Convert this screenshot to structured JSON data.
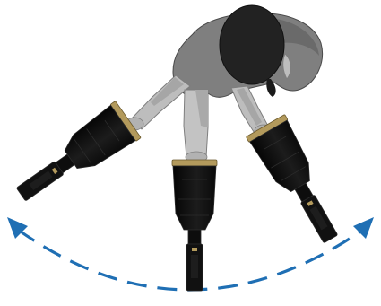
{
  "figure": {
    "subject": "person-gripping-three-tools",
    "device_brand_marks": [
      "",
      "",
      ""
    ],
    "colors": {
      "background": "#ffffff",
      "shirt": "#7f7f7f",
      "shirt_shadow": "#5e5e5e",
      "skin_tone": "#bdbdbd",
      "skin_shadow": "#9a9a9a",
      "hair": "#222222",
      "tool_body": "#111111",
      "tool_edge": "#2a2a2a",
      "tool_collar": "#b39a5c",
      "arrow": "#1f6fb4"
    },
    "arrow": {
      "style": "dashed-arc",
      "direction": "both-ends",
      "left_arrowhead_icon": "arrowhead-left-icon",
      "right_arrowhead_icon": "arrowhead-right-icon"
    },
    "tool_count": 3,
    "tool_positions_label": [
      "left-tilt",
      "center-vertical",
      "right-tilt"
    ]
  }
}
